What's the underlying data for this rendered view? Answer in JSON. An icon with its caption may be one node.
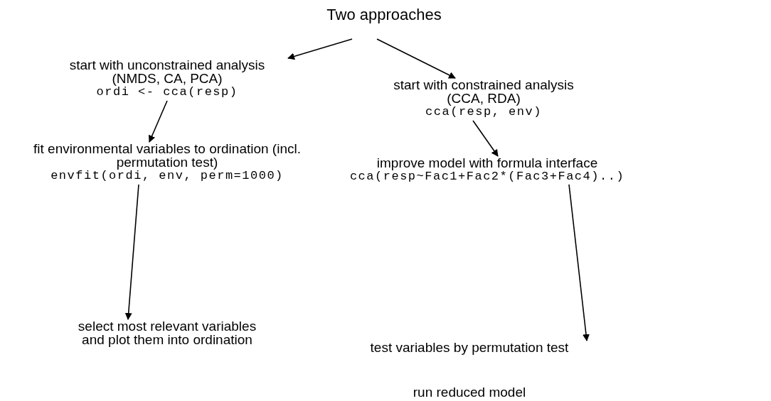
{
  "diagram": {
    "nodes": [
      {
        "text": [
          "Two approaches"
        ]
      },
      {
        "text": [
          "start with unconstrained analysis (NMDS, CA, PCA)",
          "ordi <- cca(resp)"
        ]
      },
      {
        "text": [
          "start with constrained analysis (CCA, RDA)",
          "cca(resp, env)"
        ]
      },
      {
        "text": [
          "fit environmental variables to ordination (incl. permutation test)",
          "envfit(ordi, env, perm=1000)"
        ]
      },
      {
        "text": [
          "improve model with formula interface",
          "cca(resp~Fac1+Fac2*(Fac3+Fac4)..)"
        ]
      },
      {
        "text": [
          "select most relevant variables and plot them into ordination"
        ]
      },
      {
        "text": [
          "test variables by permutation test",
          "run reduced model"
        ]
      }
    ],
    "edges": [
      {
        "from": 0,
        "to": 1,
        "arrow": "to"
      },
      {
        "from": 0,
        "to": 2,
        "arrow": "to"
      },
      {
        "from": 1,
        "to": 3,
        "arrow": "to"
      },
      {
        "from": 2,
        "to": 4,
        "arrow": "to"
      },
      {
        "from": 3,
        "to": 5,
        "arrow": "to"
      },
      {
        "from": 4,
        "to": 6,
        "arrow": "to"
      }
    ]
  }
}
